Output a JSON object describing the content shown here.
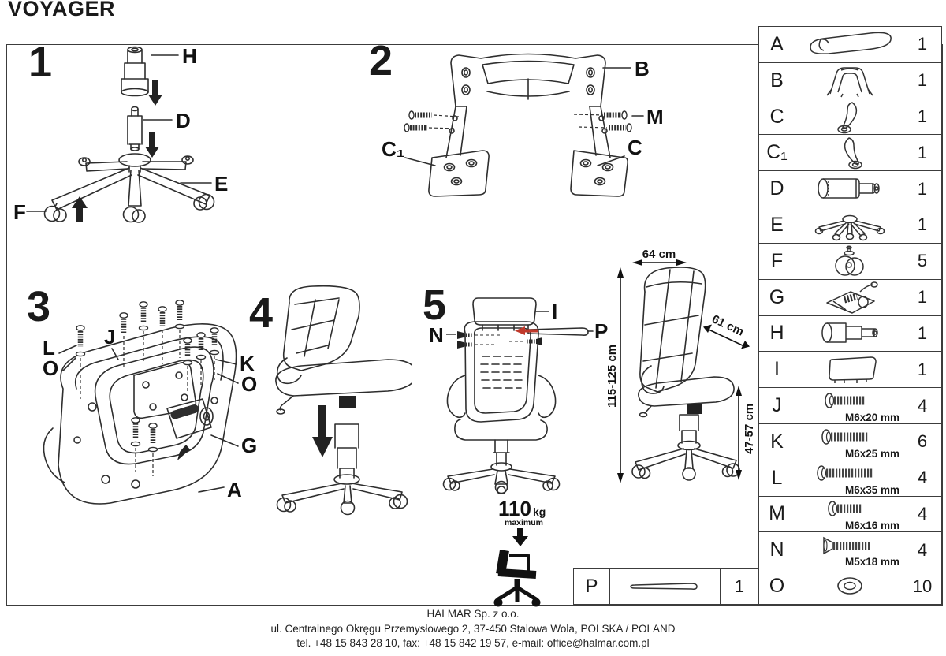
{
  "title": "VOYAGER",
  "colors": {
    "line": "#2e2e2e",
    "accent_red": "#c0392b"
  },
  "steps": [
    {
      "number": "1",
      "callouts": [
        "H",
        "D",
        "E",
        "F"
      ]
    },
    {
      "number": "2",
      "callouts": [
        "B",
        "M",
        "C₁",
        "C"
      ]
    },
    {
      "number": "3",
      "callouts": [
        "L",
        "O",
        "J",
        "K",
        "O",
        "G",
        "A"
      ]
    },
    {
      "number": "4",
      "callouts": []
    },
    {
      "number": "5",
      "callouts": [
        "I",
        "P",
        "N"
      ]
    }
  ],
  "dimensions": {
    "width_top": "64 cm",
    "depth": "61 cm",
    "total_height": "115-125 cm",
    "seat_height": "47-57 cm"
  },
  "weight_limit": {
    "value": "110",
    "unit": "kg",
    "caption": "maximum"
  },
  "parts_table": {
    "rows": [
      {
        "letter": "A",
        "icon": "seat-shell",
        "qty": "1"
      },
      {
        "letter": "B",
        "icon": "backrest-frame",
        "qty": "1"
      },
      {
        "letter": "C",
        "icon": "armrest-right",
        "qty": "1"
      },
      {
        "letter": "C₁",
        "icon": "armrest-left",
        "qty": "1"
      },
      {
        "letter": "D",
        "icon": "gas-lift",
        "qty": "1"
      },
      {
        "letter": "E",
        "icon": "five-star-base",
        "qty": "1"
      },
      {
        "letter": "F",
        "icon": "caster-wheel",
        "qty": "5"
      },
      {
        "letter": "G",
        "icon": "tilt-mechanism",
        "qty": "1"
      },
      {
        "letter": "H",
        "icon": "telescopic-cover",
        "qty": "1"
      },
      {
        "letter": "I",
        "icon": "headrest",
        "qty": "1"
      },
      {
        "letter": "J",
        "icon": "screw-button",
        "size": "M6x20 mm",
        "qty": "4"
      },
      {
        "letter": "K",
        "icon": "screw-button",
        "size": "M6x25 mm",
        "qty": "6"
      },
      {
        "letter": "L",
        "icon": "screw-button",
        "size": "M6x35 mm",
        "qty": "4"
      },
      {
        "letter": "M",
        "icon": "screw-button",
        "size": "M6x16 mm",
        "qty": "4"
      },
      {
        "letter": "N",
        "icon": "screw-countersunk",
        "size": "M5x18 mm",
        "qty": "4"
      },
      {
        "letter": "O",
        "icon": "washer",
        "qty": "10"
      }
    ]
  },
  "p_row": {
    "letter": "P",
    "icon": "mounting-bar",
    "qty": "1"
  },
  "footer": {
    "company": "HALMAR Sp. z o.o.",
    "address": "ul. Centralnego Okręgu Przemysłowego 2, 37-450 Stalowa Wola, POLSKA / POLAND",
    "contact": "tel. +48 15 843 28 10, fax: +48 15 842 19 57, e-mail: office@halmar.com.pl"
  }
}
